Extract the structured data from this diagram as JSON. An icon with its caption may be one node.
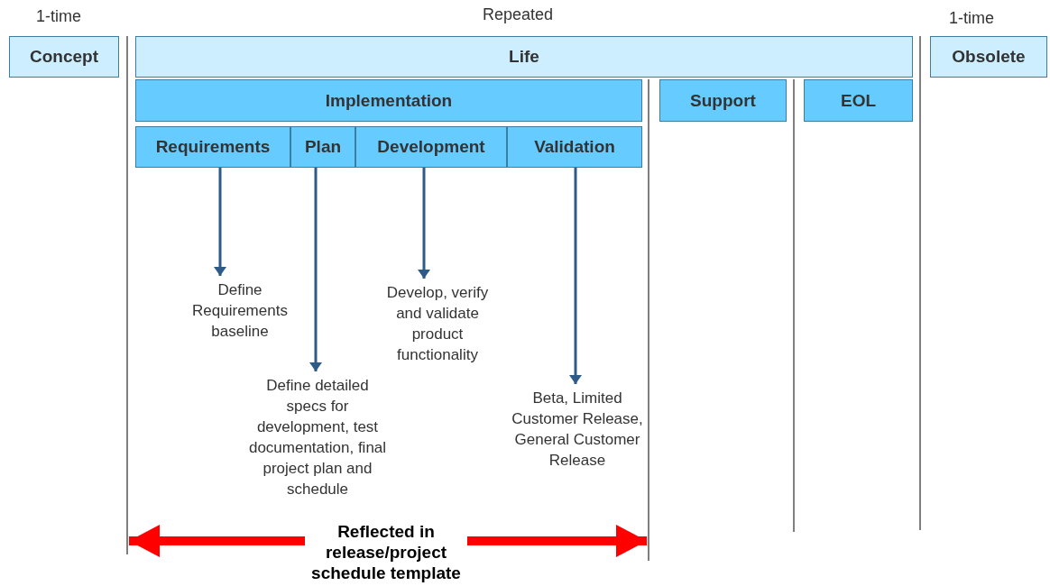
{
  "diagram": {
    "nodes": [
      {
        "text": [
          "Concept"
        ]
      },
      {
        "text": [
          "Life"
        ]
      },
      {
        "text": [
          "Implementation"
        ]
      },
      {
        "text": [
          "Support"
        ]
      },
      {
        "text": [
          "EOL"
        ]
      },
      {
        "text": [
          "Obsolete"
        ]
      },
      {
        "text": [
          "Requirements"
        ]
      },
      {
        "text": [
          "Plan"
        ]
      },
      {
        "text": [
          "Development"
        ]
      },
      {
        "text": [
          "Validation"
        ]
      },
      {
        "text": [
          "Define Requirements baseline"
        ]
      },
      {
        "text": [
          "Define detailed specs for development, test documentation, final project plan and schedule"
        ]
      },
      {
        "text": [
          "Develop, verify and validate product functionality"
        ]
      },
      {
        "text": [
          "Beta, Limited Customer Release, General Customer Release"
        ]
      },
      {
        "text": [
          "Reflected in release/project schedule template"
        ]
      }
    ],
    "edges": [
      {
        "from": 6,
        "to": 10,
        "arrow": "to"
      },
      {
        "from": 7,
        "to": 11,
        "arrow": "to"
      },
      {
        "from": 8,
        "to": 12,
        "arrow": "to"
      },
      {
        "from": 9,
        "to": 13,
        "arrow": "to"
      },
      {
        "from": 14,
        "to": null,
        "arrow": "to",
        "style": "thick",
        "color": "#ff0000"
      },
      {
        "from": 14,
        "to": null,
        "arrow": "to",
        "style": "thick",
        "color": "#ff0000"
      }
    ],
    "labels": [
      "1-time",
      "Repeated",
      "1-time"
    ]
  }
}
